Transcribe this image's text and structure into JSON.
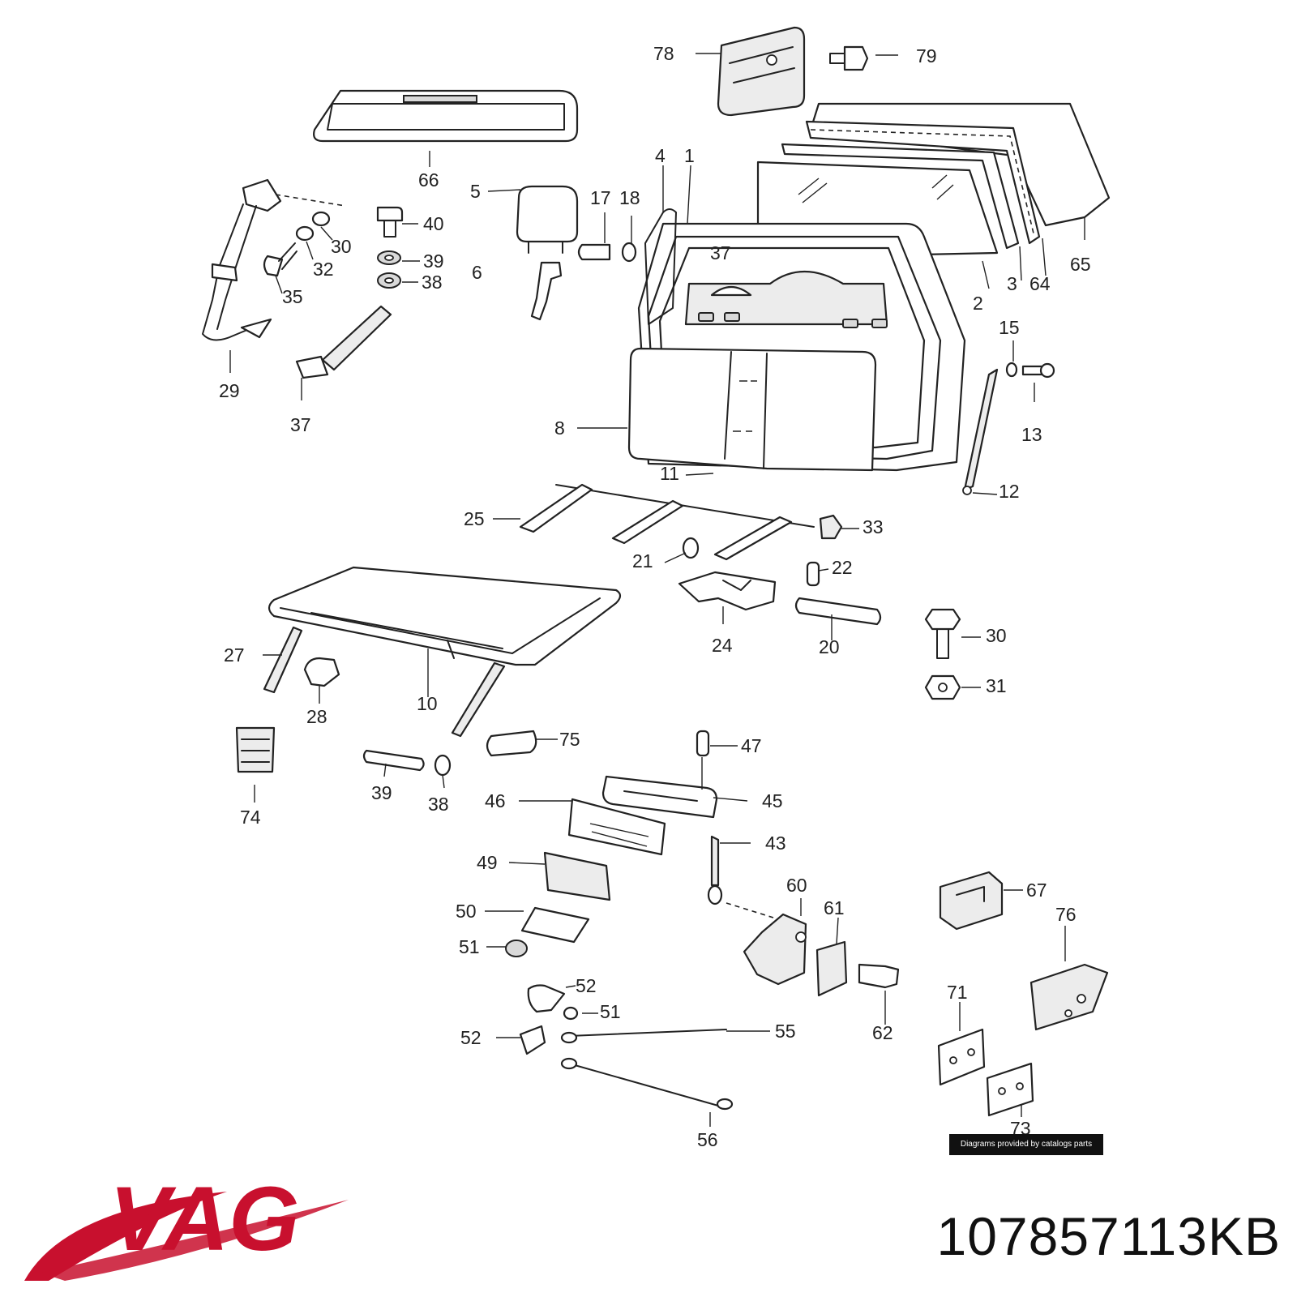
{
  "brand": {
    "name": "VAG",
    "color": "#c8102e"
  },
  "part_number": "107857113KB",
  "credit": "Diagrams provided by catalogs parts",
  "callouts": [
    "78",
    "79",
    "66",
    "4",
    "1",
    "5",
    "17",
    "18",
    "40",
    "30",
    "32",
    "39",
    "35",
    "38",
    "6",
    "37",
    "65",
    "64",
    "3",
    "2",
    "29",
    "37",
    "15",
    "13",
    "8",
    "11",
    "12",
    "25",
    "33",
    "21",
    "22",
    "24",
    "20",
    "30",
    "31",
    "27",
    "28",
    "10",
    "75",
    "47",
    "74",
    "39",
    "38",
    "46",
    "45",
    "43",
    "49",
    "60",
    "61",
    "67",
    "76",
    "50",
    "51",
    "52",
    "51",
    "52",
    "55",
    "62",
    "71",
    "73",
    "56"
  ]
}
